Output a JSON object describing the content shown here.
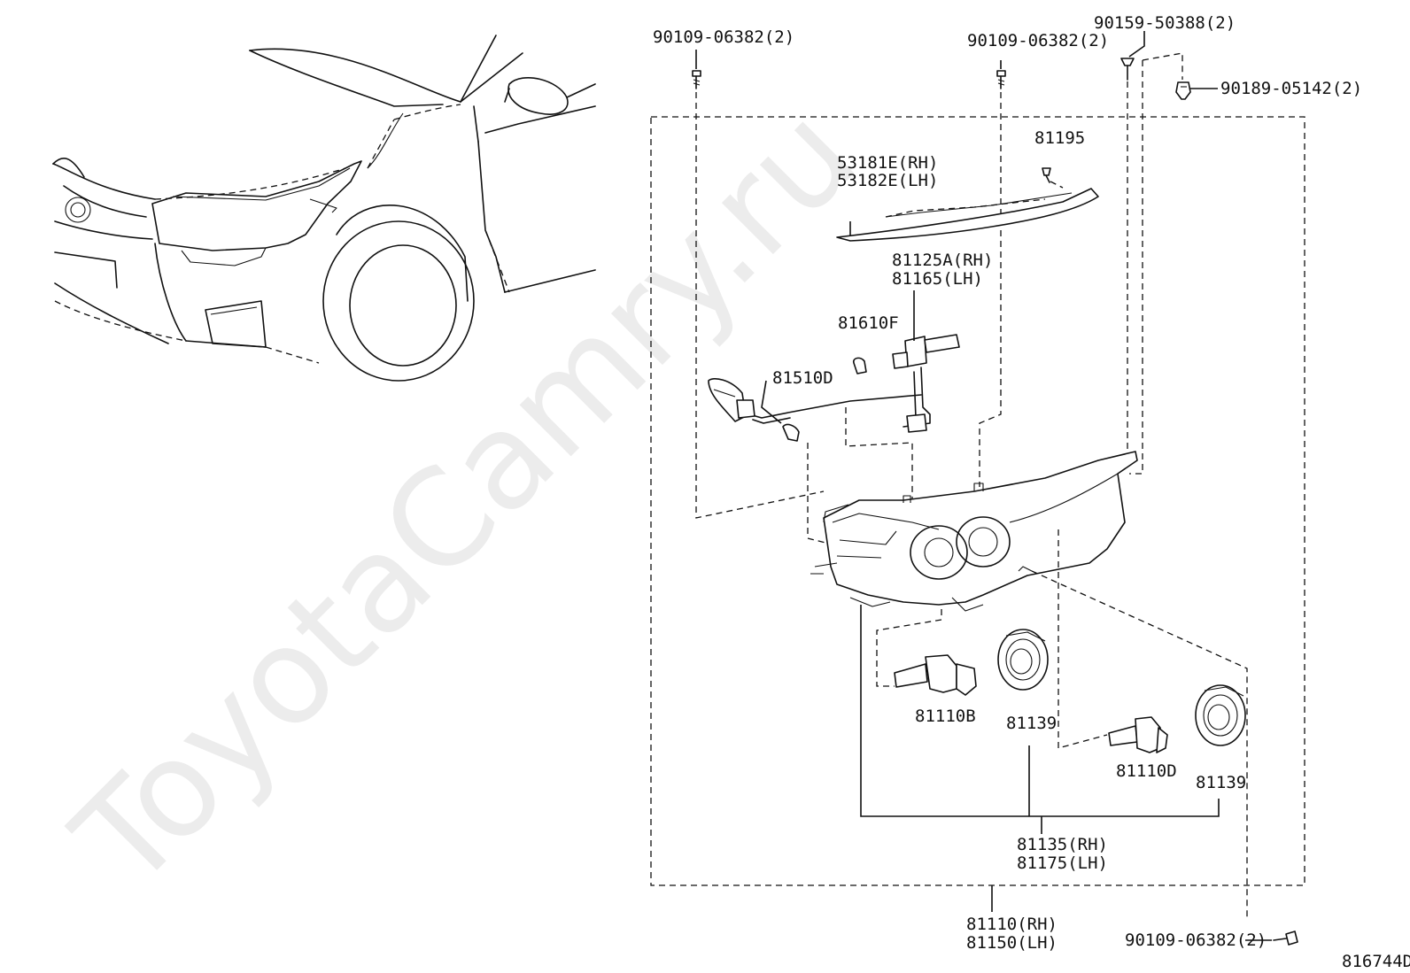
{
  "watermark": "ToyotaCamry.ru",
  "diagram_code": "816744D",
  "labels": {
    "fastener_top_left": "90109-06382(2)",
    "fastener_top_mid": "90109-06382(2)",
    "fastener_top_right": "90159-50388(2)",
    "clip_right": "90189-05142(2)",
    "screw_81195": "81195",
    "garnish_rh": "53181E(RH)",
    "garnish_lh": "53182E(LH)",
    "socket_rh": "81125A(RH)",
    "socket_lh": "81165(LH)",
    "bulb_81610f": "81610F",
    "bulb_81510d": "81510D",
    "bulb_81110b": "81110B",
    "cover_81139_a": "81139",
    "bulb_81110d": "81110D",
    "cover_81139_b": "81139",
    "unit_rh": "81135(RH)",
    "unit_lh": "81175(LH)",
    "assembly_rh": "81110(RH)",
    "assembly_lh": "81150(LH)",
    "fastener_bottom": "90109-06382(2)"
  }
}
